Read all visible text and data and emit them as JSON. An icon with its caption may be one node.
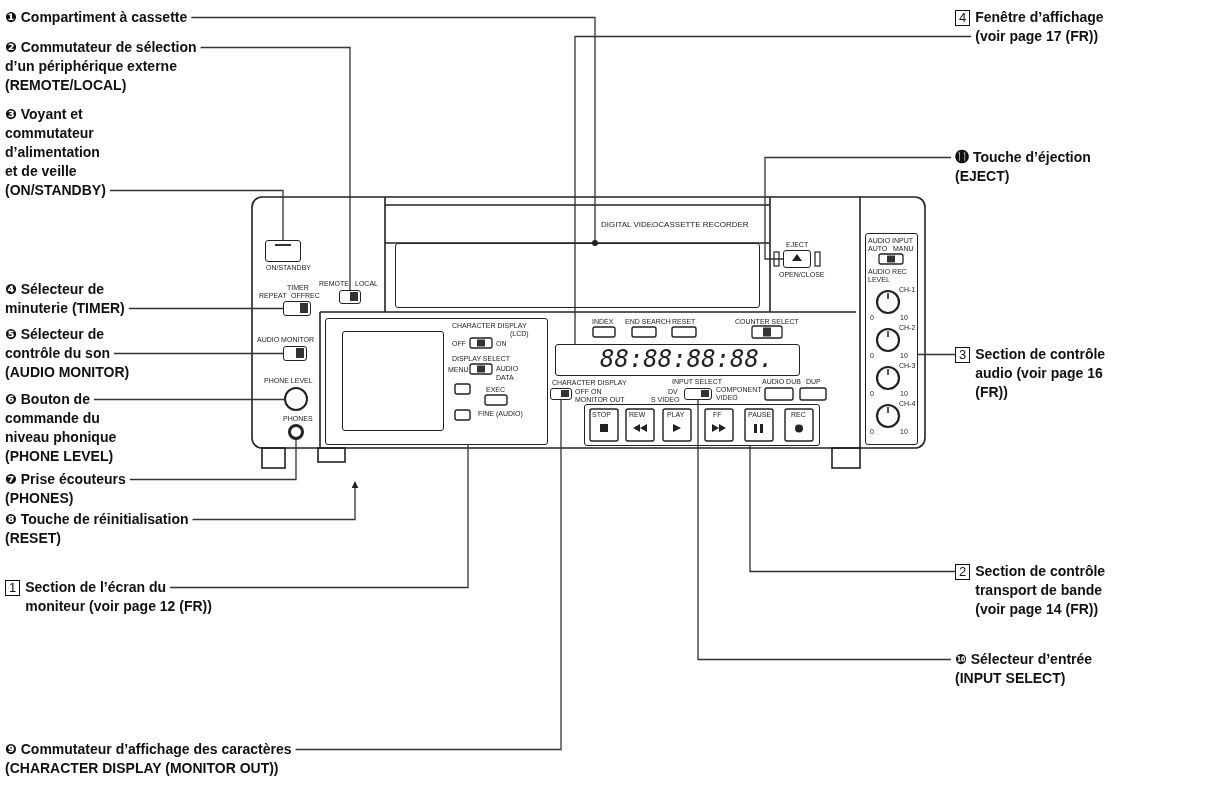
{
  "diagram": {
    "nodes": [
      {
        "text": [
          "❶ Compartiment à cassette"
        ]
      },
      {
        "text": [
          "❷ Commutateur de sélection d’un périphérique externe (REMOTE/LOCAL)"
        ]
      },
      {
        "text": [
          "❸ Voyant et commutateur d’alimentation et de veille (ON/STANDBY)"
        ]
      },
      {
        "text": [
          "❹ Sélecteur de minuterie (TIMER)"
        ]
      },
      {
        "text": [
          "❺ Sélecteur de contrôle du son (AUDIO MONITOR)"
        ]
      },
      {
        "text": [
          "❻ Bouton de commande du niveau phonique (PHONE LEVEL)"
        ]
      },
      {
        "text": [
          "❼ Prise écouteurs (PHONES)"
        ]
      },
      {
        "text": [
          "❽ Touche de réinitialisation (RESET)"
        ]
      },
      {
        "text": [
          "1",
          "Section de l’écran du moniteur (voir page 12 (FR))"
        ]
      },
      {
        "text": [
          "❾ Commutateur d’affichage des caractères (CHARACTER DISPLAY (MONITOR OUT))"
        ]
      },
      {
        "text": [
          "4",
          "Fenêtre d’affichage (voir page 17 (FR))"
        ]
      },
      {
        "text": [
          "⓫ Touche d’éjection (EJECT)"
        ]
      },
      {
        "text": [
          "3",
          "Section de contrôle audio (voir page 16 (FR))"
        ]
      },
      {
        "text": [
          "2",
          "Section de contrôle transport de bande (voir page 14 (FR))"
        ]
      },
      {
        "text": [
          "❿ Sélecteur d’entrée (INPUT SELECT)"
        ]
      },
      {
        "text": [],
        "shape": "box",
        "beside": [
          "DIGITAL VIDEOCASSETTE RECORDER"
        ]
      },
      {
        "text": [],
        "shape": "box",
        "beside": [
          "REMOTE",
          "LOCAL"
        ]
      },
      {
        "text": [],
        "shape": "box",
        "beside": [
          "ON/STANDBY"
        ]
      },
      {
        "text": [],
        "shape": "box",
        "beside": [
          "TIMER",
          "REPEAT",
          "OFF",
          "REC"
        ]
      },
      {
        "text": [],
        "shape": "box",
        "beside": [
          "AUDIO MONITOR"
        ]
      },
      {
        "text": [],
        "shape": "circle",
        "beside": [
          "PHONE LEVEL"
        ]
      },
      {
        "text": [],
        "shape": "circle",
        "beside": [
          "PHONES"
        ]
      },
      {
        "text": [],
        "shape": "box"
      },
      {
        "text": [],
        "shape": "box",
        "beside": [
          "CHARACTER DISPLAY",
          "OFF",
          "ON",
          "MONITOR OUT"
        ]
      },
      {
        "text": [],
        "shape": "box"
      },
      {
        "text": [],
        "shape": "box",
        "beside": [
          "EJECT",
          "OPEN/CLOSE"
        ]
      },
      {
        "text": [],
        "shape": "box"
      },
      {
        "text": [],
        "shape": "box"
      },
      {
        "text": [],
        "shape": "box",
        "beside": [
          "INPUT SELECT",
          "DV",
          "S VIDEO",
          "COMPONENT VIDEO"
        ]
      }
    ],
    "edges": [
      {
        "from": 0,
        "to": 15,
        "arrow": "other"
      },
      {
        "from": 1,
        "to": 16,
        "arrow": "none"
      },
      {
        "from": 2,
        "to": 17,
        "arrow": "none"
      },
      {
        "from": 3,
        "to": 18,
        "arrow": "none"
      },
      {
        "from": 4,
        "to": 19,
        "arrow": "none"
      },
      {
        "from": 5,
        "to": 20,
        "arrow": "none"
      },
      {
        "from": 6,
        "to": 21,
        "arrow": "none"
      },
      {
        "from": 7,
        "to": null,
        "arrow": "to"
      },
      {
        "from": 8,
        "to": 22,
        "arrow": "none"
      },
      {
        "from": 9,
        "to": 23,
        "arrow": "none"
      },
      {
        "from": 10,
        "to": 24,
        "arrow": "none"
      },
      {
        "from": 11,
        "to": 25,
        "arrow": "none"
      },
      {
        "from": 12,
        "to": 26,
        "arrow": "none"
      },
      {
        "from": 13,
        "to": 27,
        "arrow": "none"
      },
      {
        "from": 14,
        "to": 28,
        "arrow": "none"
      }
    ],
    "labels": [
      "CHARACTER DISPLAY",
      "(LCD)",
      "OFF",
      "ON",
      "DISPLAY SELECT",
      "MENU",
      "AUDIO",
      "DATA",
      "EXEC",
      "FINE (AUDIO)",
      "INDEX",
      "END SEARCH",
      "RESET",
      "COUNTER SELECT",
      "88:88:88:88.",
      "AUDIO DUB",
      "DUP",
      "STOP",
      "REW",
      "PLAY",
      "FF",
      "PAUSE",
      "REC",
      "AUDIO INPUT",
      "AUTO",
      "MANU",
      "AUDIO REC LEVEL",
      "CH-1",
      "0",
      "10",
      "CH-2",
      "0",
      "10",
      "CH-3",
      "0",
      "10",
      "CH-4",
      "0",
      "10"
    ]
  }
}
